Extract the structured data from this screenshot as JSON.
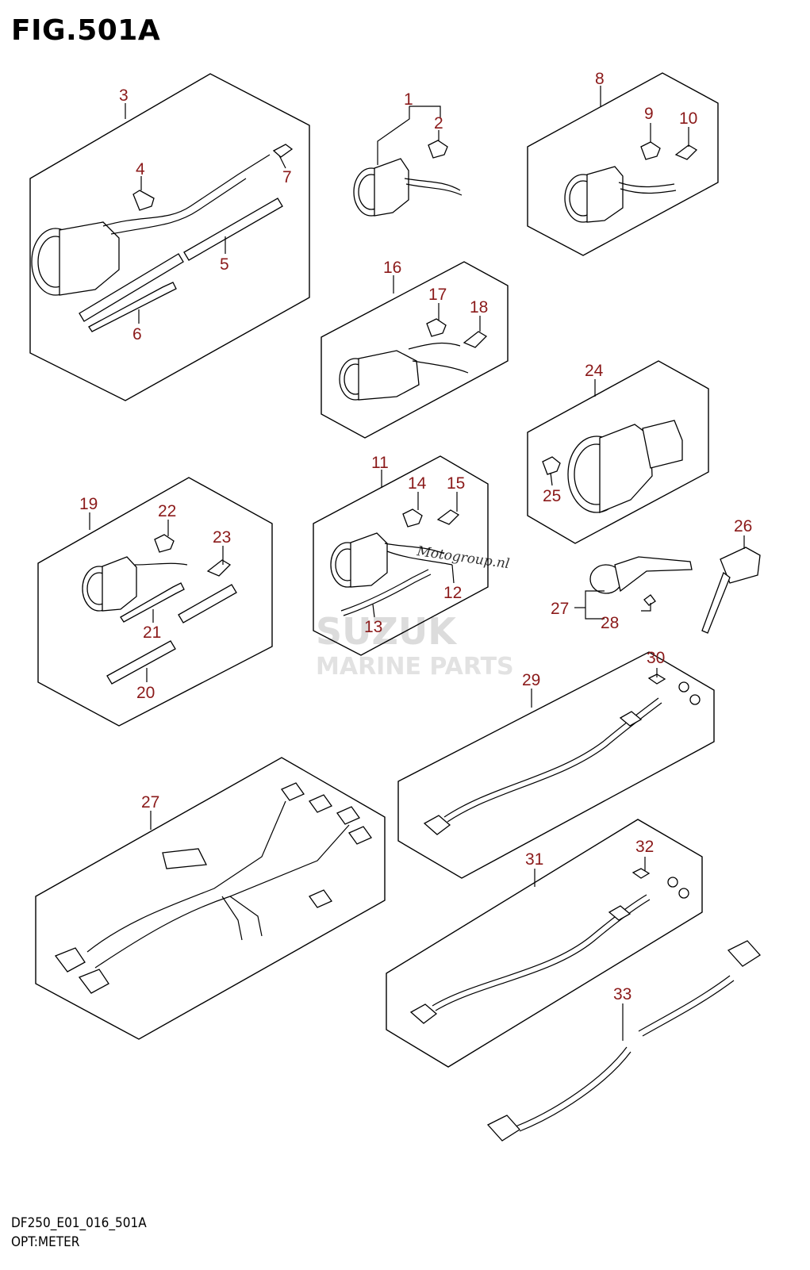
{
  "figure": {
    "title": "FIG.501A",
    "code": "DF250_E01_016_501A",
    "name": "OPT:METER"
  },
  "watermark": {
    "brand": "SUZUK",
    "subtitle": "MARINE PARTS",
    "site": "Motogroup.nl"
  },
  "callouts": {
    "c1": "1",
    "c2": "2",
    "c3": "3",
    "c4": "4",
    "c5": "5",
    "c6": "6",
    "c7": "7",
    "c8": "8",
    "c9": "9",
    "c10": "10",
    "c11": "11",
    "c12": "12",
    "c13": "13",
    "c14": "14",
    "c15": "15",
    "c16": "16",
    "c17": "17",
    "c18": "18",
    "c19": "19",
    "c20": "20",
    "c21": "21",
    "c22": "22",
    "c23": "23",
    "c24": "24",
    "c25": "25",
    "c26": "26",
    "c27a": "27",
    "c27b": "27",
    "c28": "28",
    "c29": "29",
    "c30": "30",
    "c31": "31",
    "c32": "32",
    "c33": "33"
  },
  "colors": {
    "callout": "#8b1a1a",
    "line": "#000000"
  }
}
